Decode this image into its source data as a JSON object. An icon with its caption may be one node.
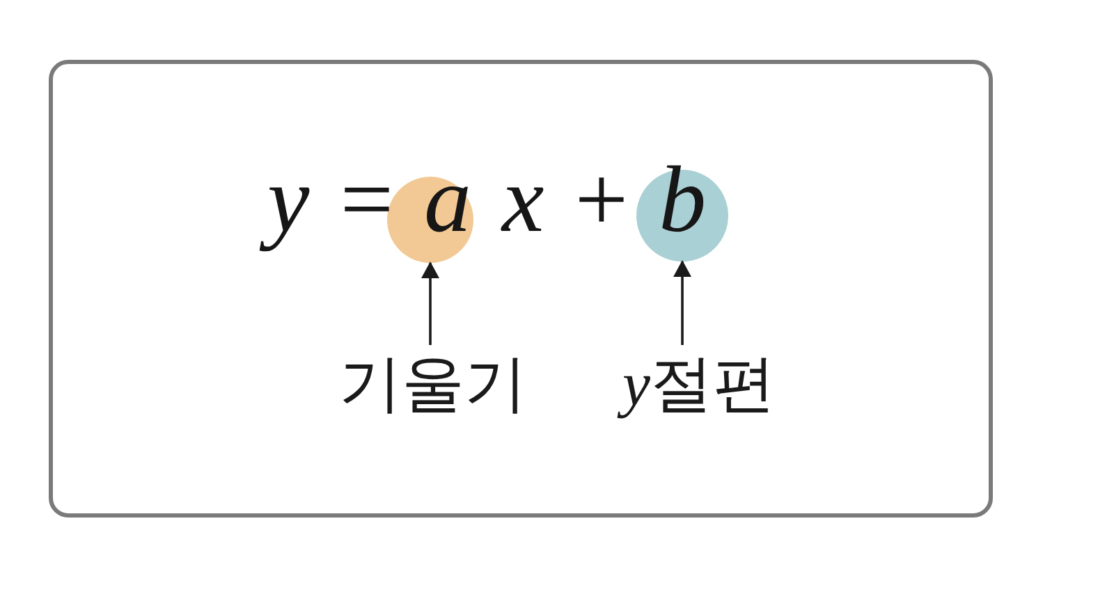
{
  "diagram": {
    "nodes": [
      {
        "text": [
          "*y*=*ax*+*b*"
        ]
      },
      {
        "text": [],
        "shape": "circle",
        "in": 0
      },
      {
        "text": [],
        "shape": "circle",
        "in": 0
      },
      {
        "text": [
          "기울기"
        ],
        "in": 0
      },
      {
        "text": [
          "y절편"
        ],
        "in": 0
      }
    ],
    "edges": [
      {
        "from": 3,
        "to": 1,
        "arrow": "to"
      },
      {
        "from": 4,
        "to": 2,
        "arrow": "to"
      }
    ]
  }
}
